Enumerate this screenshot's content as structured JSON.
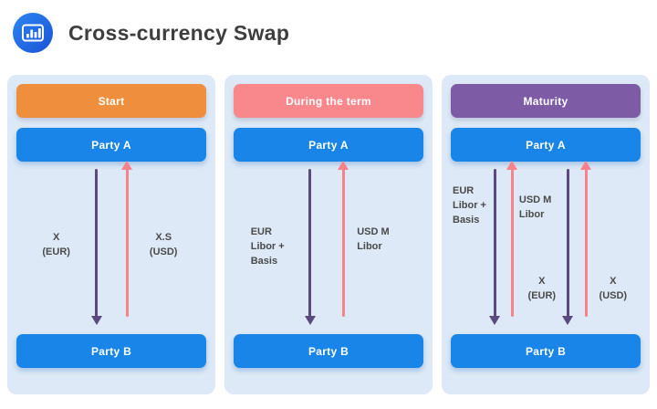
{
  "header": {
    "title": "Cross-currency Swap",
    "icon": "bar-chart-icon"
  },
  "colors": {
    "panel_background": "#dde9f6",
    "party_blue": "#1a85e8",
    "stage_start_orange": "#ef8f3e",
    "stage_term_salmon": "#f9888d",
    "stage_maturity_purple": "#7e5ba5",
    "arrow_purple": "#5a4a7d",
    "arrow_pink": "#f8818a",
    "label_text": "#4a4a4a"
  },
  "panels": [
    {
      "stage": "Start",
      "party_top": "Party A",
      "party_bottom": "Party B",
      "flows": {
        "down_label": "X\n(EUR)",
        "up_label": "X.S\n(USD)"
      }
    },
    {
      "stage": "During the term",
      "party_top": "Party A",
      "party_bottom": "Party B",
      "flows": {
        "down_label": "EUR\nLibor +\nBasis",
        "up_label": "USD M\nLibor"
      }
    },
    {
      "stage": "Maturity",
      "party_top": "Party A",
      "party_bottom": "Party B",
      "flows": {
        "down_label_1": "EUR\nLibor +\nBasis",
        "up_label_1": "USD M\nLibor",
        "down_label_2": "X\n(EUR)",
        "up_label_2": "X\n(USD)"
      }
    }
  ]
}
